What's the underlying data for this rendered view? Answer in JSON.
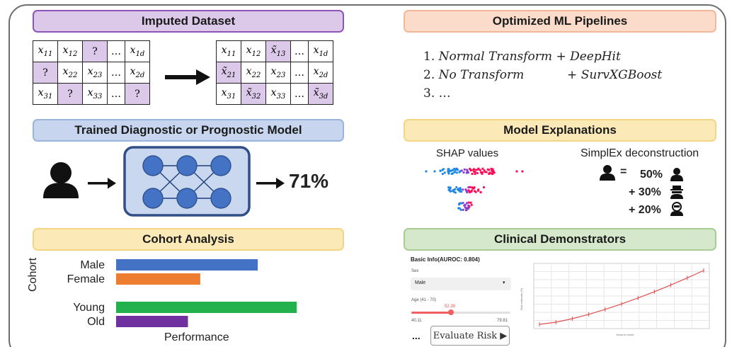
{
  "imputed": {
    "title": "Imputed Dataset",
    "left_rows": [
      [
        "x11",
        "x12",
        "?",
        "…",
        "x1d"
      ],
      [
        "?",
        "x22",
        "x23",
        "…",
        "x2d"
      ],
      [
        "x31",
        "?",
        "x33",
        "…",
        "?"
      ]
    ],
    "right_rows": [
      [
        "x11",
        "x12",
        "x̃13",
        "…",
        "x1d"
      ],
      [
        "x̃21",
        "x22",
        "x23",
        "…",
        "x2d"
      ],
      [
        "x31",
        "x̃32",
        "x33",
        "…",
        "x̃3d"
      ]
    ]
  },
  "pipelines": {
    "title": "Optimized ML Pipelines",
    "lines": [
      {
        "num": "1.",
        "transform": "Normal Transform",
        "plus": "+",
        "model": "DeepHit"
      },
      {
        "num": "2.",
        "transform": "No Transform",
        "plus": "+",
        "model": "SurvXGBoost"
      },
      {
        "num": "3.",
        "transform": "…",
        "plus": "",
        "model": ""
      }
    ]
  },
  "trained": {
    "title": "Trained Diagnostic or Prognostic Model",
    "output": "71%"
  },
  "explanations": {
    "title": "Model Explanations",
    "shap_label": "SHAP values",
    "simplex_label": "SimplEx deconstruction",
    "eq": "=",
    "parts": [
      "50%",
      "+ 30%",
      "+ 20%"
    ]
  },
  "cohort": {
    "title": "Cohort Analysis",
    "ylabel": "Cohort",
    "xlabel": "Performance"
  },
  "demo": {
    "title": "Clinical Demonstrators",
    "info_title": "Basic Info(AUROC: 0.804)",
    "sex_label": "Sex",
    "sex_value": "Male",
    "age_label": "Age (41 - 70)",
    "age_value": "52.39",
    "age_min": "40.11",
    "age_max": "79.81",
    "ellipsis": "...",
    "button": "Evaluate Risk ▶",
    "plot_y": "Risk estimate (%)",
    "plot_x": "Years to event"
  },
  "chart_data": {
    "type": "bar",
    "categories": [
      "Male",
      "Female",
      "Young",
      "Old"
    ],
    "values": [
      0.69,
      0.41,
      0.88,
      0.35
    ],
    "colors": [
      "#4472c4",
      "#ed7d31",
      "#22b14c",
      "#7030a0"
    ],
    "xlabel": "Performance",
    "ylabel": "Cohort",
    "xlim": [
      0,
      1
    ]
  },
  "colors": {
    "purple": "#8c55b7",
    "orange": "#f3b79a",
    "blue": "#9ab4dc",
    "yellow": "#f3d583",
    "green": "#a9cd91"
  }
}
